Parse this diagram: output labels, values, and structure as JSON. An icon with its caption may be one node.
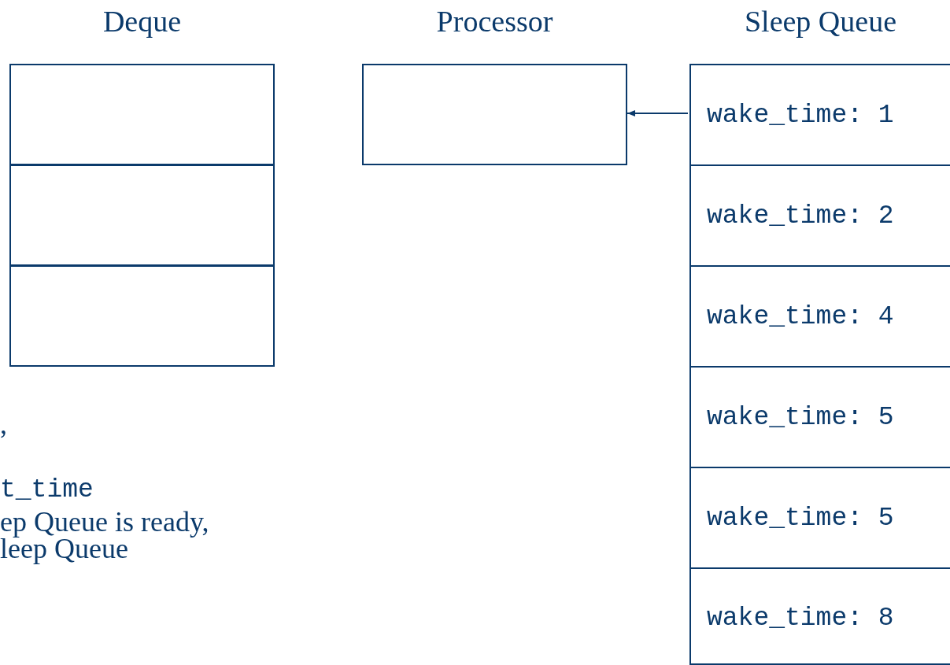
{
  "diagram": {
    "nodes": [
      {
        "text": [
          "Deque"
        ]
      },
      {
        "text": [],
        "shape": "box",
        "in": 0
      },
      {
        "text": [],
        "shape": "box",
        "in": 0
      },
      {
        "text": [],
        "shape": "box",
        "in": 0
      },
      {
        "text": [
          "Processor"
        ]
      },
      {
        "text": [
          "Sleep Queue"
        ]
      },
      {
        "text": [
          "wake_time: 1"
        ],
        "in": 5
      },
      {
        "text": [
          "wake_time: 2"
        ],
        "in": 5
      },
      {
        "text": [
          "wake_time: 4"
        ],
        "in": 5
      },
      {
        "text": [
          "wake_time: 5"
        ],
        "in": 5
      },
      {
        "text": [
          "wake_time: 5"
        ],
        "in": 5
      },
      {
        "text": [
          "wake_time: 8"
        ],
        "in": 5
      }
    ],
    "edges": [
      {
        "from": 6,
        "to": 4,
        "arrow": "to"
      }
    ],
    "labels": [
      ",",
      "t_time",
      "ep Queue is ready,",
      "leep Queue"
    ]
  }
}
